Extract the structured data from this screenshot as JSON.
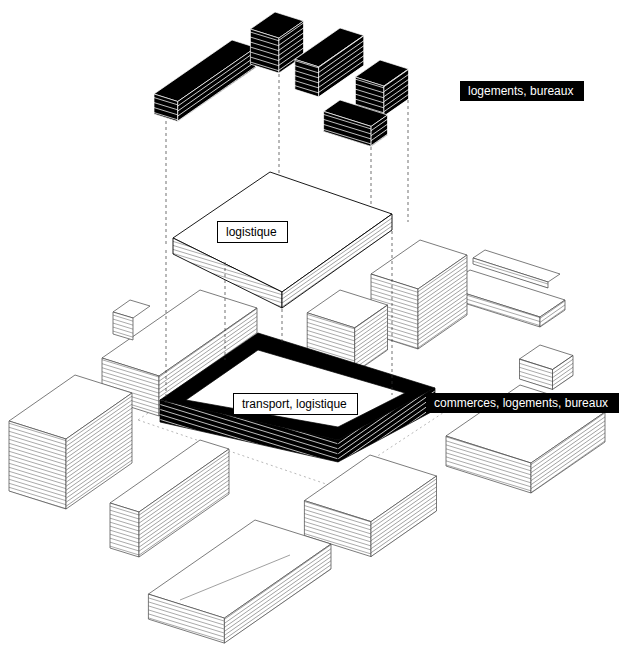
{
  "diagram": {
    "nodes": [
      {
        "text": [
          "logements, bureaux"
        ]
      },
      {
        "text": [
          "logistique"
        ]
      },
      {
        "text": [
          "transport, logistique"
        ]
      },
      {
        "text": [
          "commerces, logements, bureaux"
        ]
      }
    ]
  }
}
